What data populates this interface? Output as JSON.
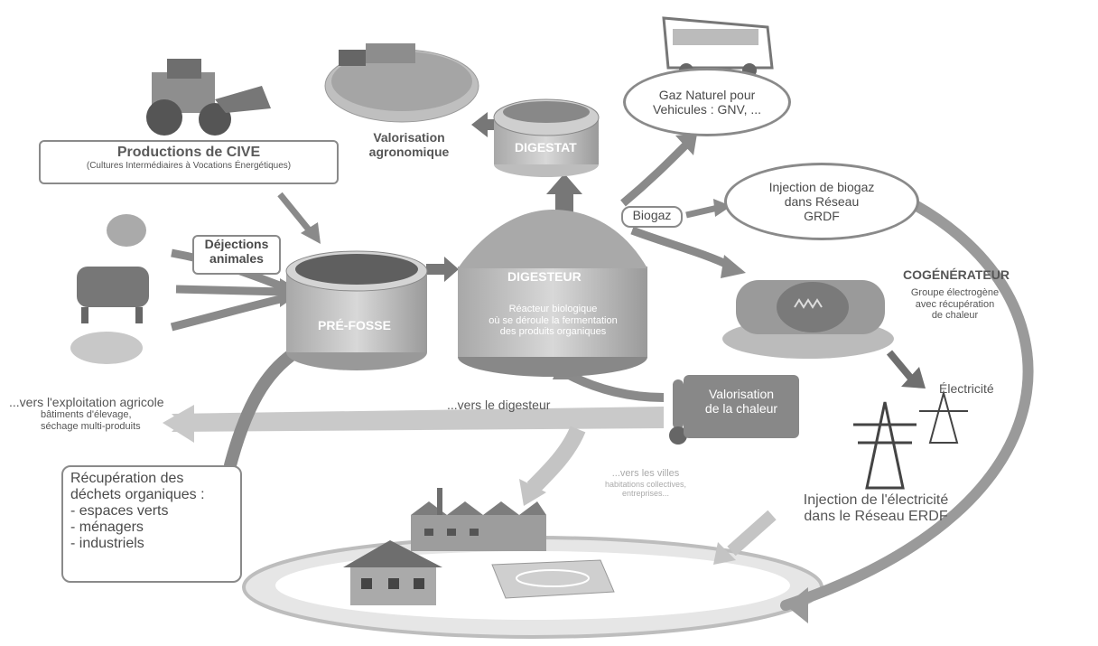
{
  "colors": {
    "arrow": "#9a9a9a",
    "arrow_light": "#d0d0d0",
    "tank_body": "#bdbdbd",
    "tank_dark": "#777777",
    "stroke": "#8a8a8a",
    "text": "#555555"
  },
  "cive": {
    "title": "Productions de CIVE",
    "subtitle": "(Cultures Intermédiaires à Vocations Énergétiques)"
  },
  "valorisation_agro": {
    "line1": "Valorisation",
    "line2": "agronomique"
  },
  "digestat": "DIGESTAT",
  "gnv": {
    "line1": "Gaz Naturel pour",
    "line2": "Vehicules : GNV, ..."
  },
  "injection_biogaz": {
    "line1": "Injection de biogaz",
    "line2": "dans Réseau",
    "line3": "GRDF"
  },
  "biogaz": "Biogaz",
  "dejections": {
    "line1": "Déjections",
    "line2": "animales"
  },
  "prefosse": "PRÉ-FOSSE",
  "digesteur": {
    "title": "DIGESTEUR",
    "line1": "Réacteur biologique",
    "line2": "où se déroule la fermentation",
    "line3": "des produits organiques"
  },
  "cogenerateur": {
    "title": "COGÉNÉRATEUR",
    "line1": "Groupe électrogène",
    "line2": "avec récupération",
    "line3": "de chaleur"
  },
  "electricite": "Électricité",
  "valorisation_chaleur": {
    "line1": "Valorisation",
    "line2": "de la chaleur"
  },
  "vers_exploitation": {
    "line1": "...vers l'exploitation agricole",
    "line2": "bâtiments d'élevage,",
    "line3": "séchage multi-produits"
  },
  "vers_digesteur": "...vers le digesteur",
  "vers_villes": {
    "line1": "...vers les villes",
    "line2": "habitations collectives,",
    "line3": "entreprises..."
  },
  "recuperation": {
    "line1": "Récupération des",
    "line2": "déchets organiques :",
    "line3": "- espaces verts",
    "line4": "- ménagers",
    "line5": "- industriels"
  },
  "injection_elec": {
    "line1": "Injection de l'électricité",
    "line2": "dans le Réseau ERDF"
  }
}
